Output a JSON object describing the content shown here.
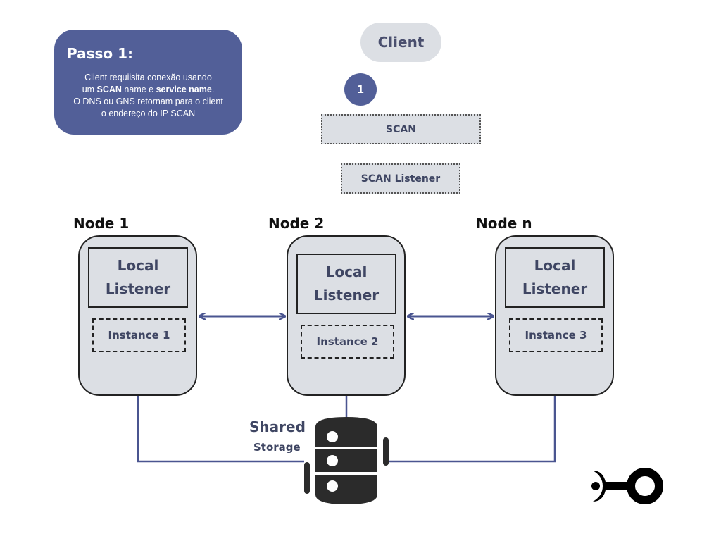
{
  "step": {
    "title": "Passo 1:",
    "line1": "Client requiisita conexão usando",
    "line2_pre": "um ",
    "line2_b1": "SCAN",
    "line2_mid": " name  e ",
    "line2_b2": "service name",
    "line2_post": ".",
    "line3": "O DNS ou GNS retornam para o client",
    "line4": "o endereço do IP SCAN"
  },
  "client": {
    "label": "Client",
    "badge": "1"
  },
  "scan": {
    "label": "SCAN"
  },
  "scan_listener": {
    "label": "SCAN Listener"
  },
  "nodes": [
    {
      "title": "Node 1",
      "listener_line1": "Local",
      "listener_line2": "Listener",
      "instance": "Instance 1"
    },
    {
      "title": "Node 2",
      "listener_line1": "Local",
      "listener_line2": "Listener",
      "instance": "Instance 2"
    },
    {
      "title": "Node n",
      "listener_line1": "Local",
      "listener_line2": "Listener",
      "instance": "Instance 3"
    }
  ],
  "storage": {
    "title": "Shared",
    "subtitle": "Storage"
  },
  "colors": {
    "accent": "#525f98",
    "box_fill": "#dcdfe4",
    "connector": "#4a5590",
    "storage": "#2b2b2b"
  },
  "icons": {
    "storage": "database-icon",
    "logo": "brand-logo-icon",
    "arrows": "double-arrow-icon"
  }
}
